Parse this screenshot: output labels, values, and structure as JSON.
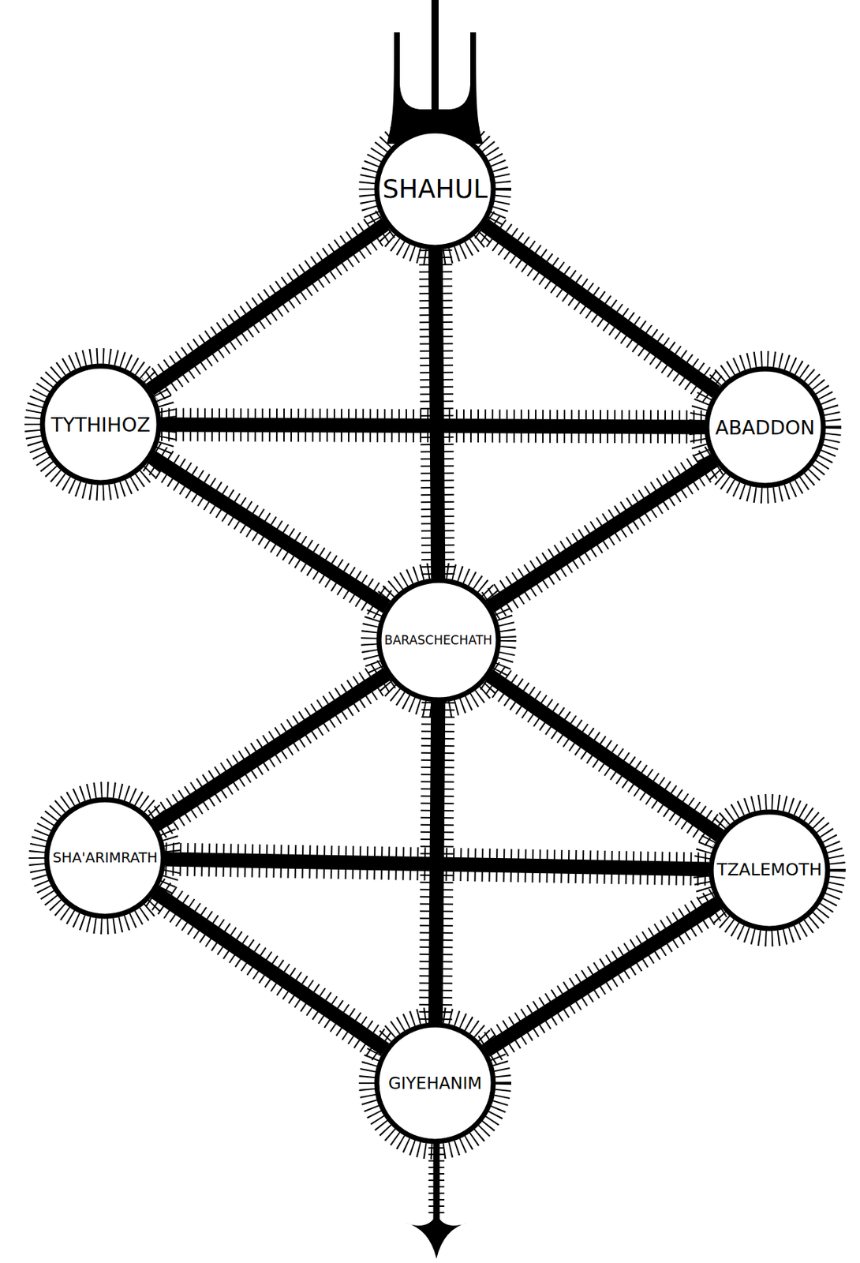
{
  "diagram": {
    "nodes": [
      {
        "text": [
          "SHAHUL"
        ]
      },
      {
        "text": [
          "TYTHIHOZ"
        ]
      },
      {
        "text": [
          "ABADDON"
        ]
      },
      {
        "text": [
          "BARASCHECHATH"
        ]
      },
      {
        "text": [
          "SHA'ARIMRATH"
        ]
      },
      {
        "text": [
          "TZALEMOTH"
        ]
      },
      {
        "text": [
          "GIYEHANIM"
        ]
      }
    ],
    "edges": [
      {
        "from": 0,
        "to": 1,
        "arrow": "none"
      },
      {
        "from": 0,
        "to": 2,
        "arrow": "none"
      },
      {
        "from": 0,
        "to": 3,
        "arrow": "none"
      },
      {
        "from": 1,
        "to": 2,
        "arrow": "none"
      },
      {
        "from": 1,
        "to": 3,
        "arrow": "none"
      },
      {
        "from": 2,
        "to": 3,
        "arrow": "none"
      },
      {
        "from": 3,
        "to": 4,
        "arrow": "none"
      },
      {
        "from": 3,
        "to": 5,
        "arrow": "none"
      },
      {
        "from": 3,
        "to": 6,
        "arrow": "none"
      },
      {
        "from": 4,
        "to": 5,
        "arrow": "none"
      },
      {
        "from": 4,
        "to": 6,
        "arrow": "none"
      },
      {
        "from": 5,
        "to": 6,
        "arrow": "none"
      }
    ]
  }
}
